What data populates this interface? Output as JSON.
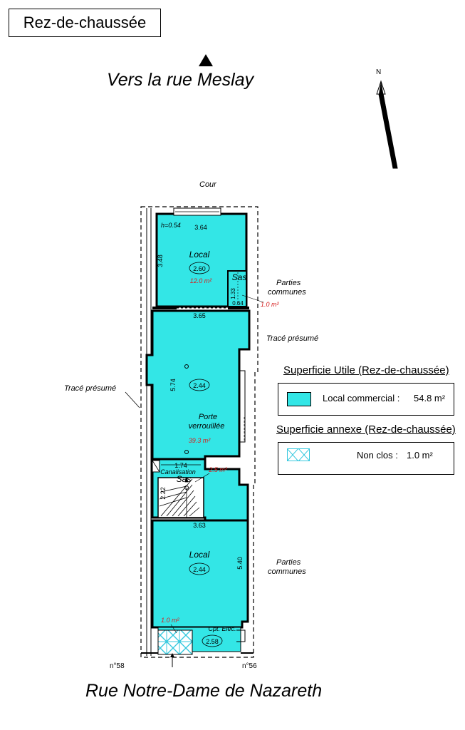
{
  "header": {
    "floor_title": "Rez-de-chaussée",
    "street_top": "Vers la rue Meslay",
    "street_bottom": "Rue Notre-Dame de Nazareth",
    "north_label": "N"
  },
  "plan": {
    "courtyard": "Cour",
    "presumed_trace": "Tracé présumé",
    "common_parts_line1": "Parties",
    "common_parts_line2": "communes",
    "neighbor_left": "n°58",
    "neighbor_right": "n°56",
    "rooms": {
      "top_local": {
        "label": "Local",
        "height": "2.60",
        "area": "12.0 m²"
      },
      "sas_top": {
        "label": "Sas",
        "area": "1.0 m²"
      },
      "middle": {
        "height": "2.44",
        "area": "39.3 m²",
        "door_line1": "Porte",
        "door_line2": "verrouillée"
      },
      "sas_middle": {
        "label": "Sas",
        "pipe": "Canalisation",
        "area": "2.5 m²"
      },
      "bottom_local": {
        "label": "Local",
        "height": "2.44"
      },
      "entrance": {
        "area": "1.0 m²",
        "meter": "Cpt. Elec.",
        "height": "2.58"
      }
    },
    "dimensions": {
      "top_width": "3.64",
      "top_height_note": "h=0.54",
      "top_depth": "3.48",
      "sas_depth": "1.33",
      "sas_width": "0.64",
      "mid_width": "3.65",
      "mid_depth": "5.74",
      "stair_width": "1.74",
      "stair_depth": "2.22",
      "bottom_width": "3.63",
      "bottom_depth": "5.40"
    }
  },
  "legend": {
    "useful_title": "Superficie Utile (Rez-de-chaussée)",
    "useful_item_label": "Local commercial :",
    "useful_item_value": "54.8 m²",
    "annex_title": "Superficie annexe (Rez-de-chaussée)",
    "annex_item_label": "Non clos :",
    "annex_item_value": "1.0 m²"
  },
  "colors": {
    "local_fill": "#33e6e6",
    "wall": "#000000",
    "area_text": "#d62020",
    "annex_hatch": "#35c8de"
  }
}
